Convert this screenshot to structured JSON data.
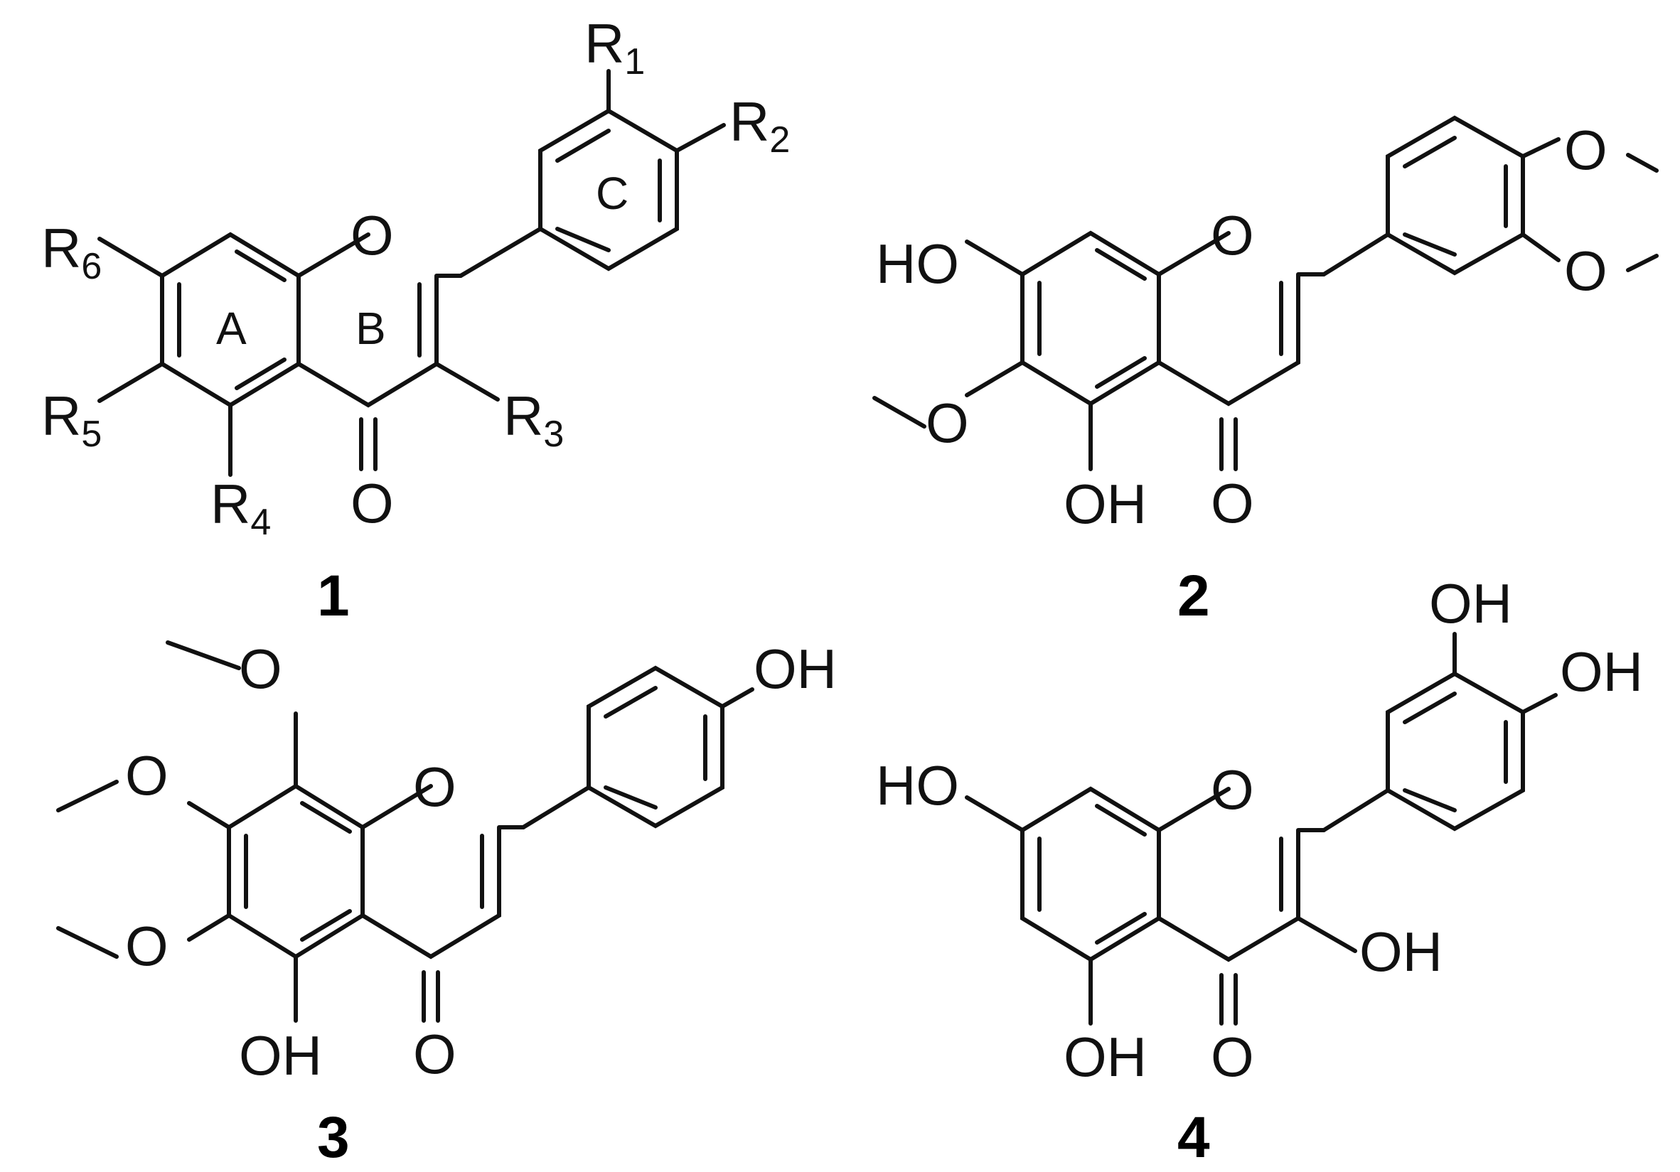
{
  "figure": {
    "compounds": [
      {
        "number": "1",
        "rings": {
          "a": "A",
          "b": "B",
          "c": "C"
        },
        "atoms": {
          "oxygen": "O",
          "carbonyl": "O"
        },
        "substituents": [
          {
            "letter": "R",
            "index": "1"
          },
          {
            "letter": "R",
            "index": "2"
          },
          {
            "letter": "R",
            "index": "3"
          },
          {
            "letter": "R",
            "index": "4"
          },
          {
            "letter": "R",
            "index": "5"
          },
          {
            "letter": "R",
            "index": "6"
          }
        ]
      },
      {
        "number": "2",
        "labels": {
          "ho7": "HO",
          "oh5": "OH",
          "ring_o": "O",
          "carbonyl": "O",
          "ome6": "O",
          "ome3p": "O",
          "ome4p": "O"
        }
      },
      {
        "number": "3",
        "labels": {
          "oh4p": "OH",
          "oh5": "OH",
          "ring_o": "O",
          "carbonyl": "O",
          "ome8": "O",
          "ome7": "O",
          "ome6": "O"
        }
      },
      {
        "number": "4",
        "labels": {
          "oh3p": "OH",
          "oh4p": "OH",
          "ho7": "HO",
          "oh3": "OH",
          "oh5": "OH",
          "ring_o": "O",
          "carbonyl": "O"
        }
      }
    ]
  }
}
